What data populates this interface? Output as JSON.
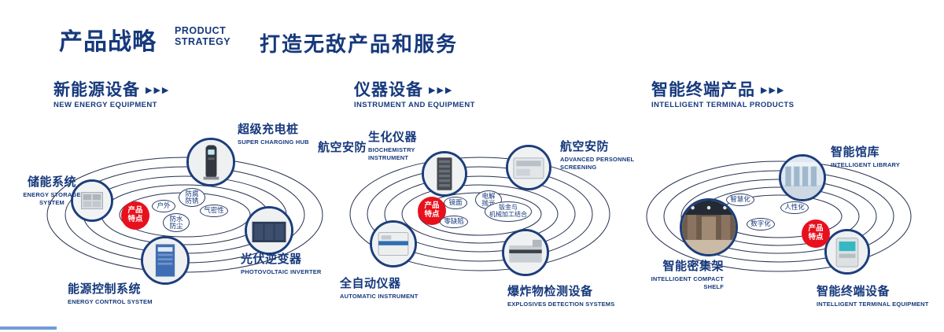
{
  "header": {
    "title": "产品战略",
    "subtitle": "PRODUCT\nSTRATEGY",
    "tagline": "打造无敌产品和服务"
  },
  "arrow_icon": "▶▶▶",
  "colors": {
    "navy": "#16397c",
    "red": "#e8101c",
    "orbit": "#25314f"
  },
  "sections": [
    {
      "title": "新能源设备",
      "subtitle": "NEW ENERGY EQUIPMENT",
      "badge": "产品\n特点",
      "features": [
        "户外",
        "防腐\n防锈",
        "气密性",
        "防水\n防尘"
      ],
      "products": [
        {
          "name": "储能系统",
          "en": "ENERGY STORAGE\nSYSTEM"
        },
        {
          "name": "超级充电桩",
          "en": "SUPER CHARGING HUB"
        },
        {
          "name": "光伏逆变器",
          "en": "PHOTOVOLTAIC INVERTER"
        },
        {
          "name": "能源控制系统",
          "en": "ENERGY CONTROL SYSTEM"
        }
      ]
    },
    {
      "title": "仪器设备",
      "subtitle": "INSTRUMENT AND EQUIPMENT",
      "badge": "产品\n特点",
      "side_label": "航空安防",
      "features": [
        "镜面",
        "电解\n抛光",
        "零缺陷",
        "钣金与\n机械加工结合"
      ],
      "products": [
        {
          "name": "生化仪器",
          "en": "BIOCHEMISTRY\nINSTRUMENT"
        },
        {
          "name": "航空安防",
          "en": "ADVANCED PERSONNEL\nSCREENING"
        },
        {
          "name": "全自动仪器",
          "en": "AUTOMATIC INSTRUMENT"
        },
        {
          "name": "爆炸物检测设备",
          "en": "EXPLOSIVES DETECTION SYSTEMS"
        }
      ]
    },
    {
      "title": "智能终端产品",
      "subtitle": "INTELLIGENT TERMINAL PRODUCTS",
      "badge": "产品\n特点",
      "features": [
        "智慧化",
        "人性化",
        "数字化"
      ],
      "products": [
        {
          "name": "智能馆库",
          "en": "INTELLIGENT LIBRARY"
        },
        {
          "name": "智能密集架",
          "en": "INTELLIGENT COMPACT\nSHELF"
        },
        {
          "name": "智能终端设备",
          "en": "INTELLIGENT TERMINAL EQUIPMENT"
        }
      ]
    }
  ]
}
